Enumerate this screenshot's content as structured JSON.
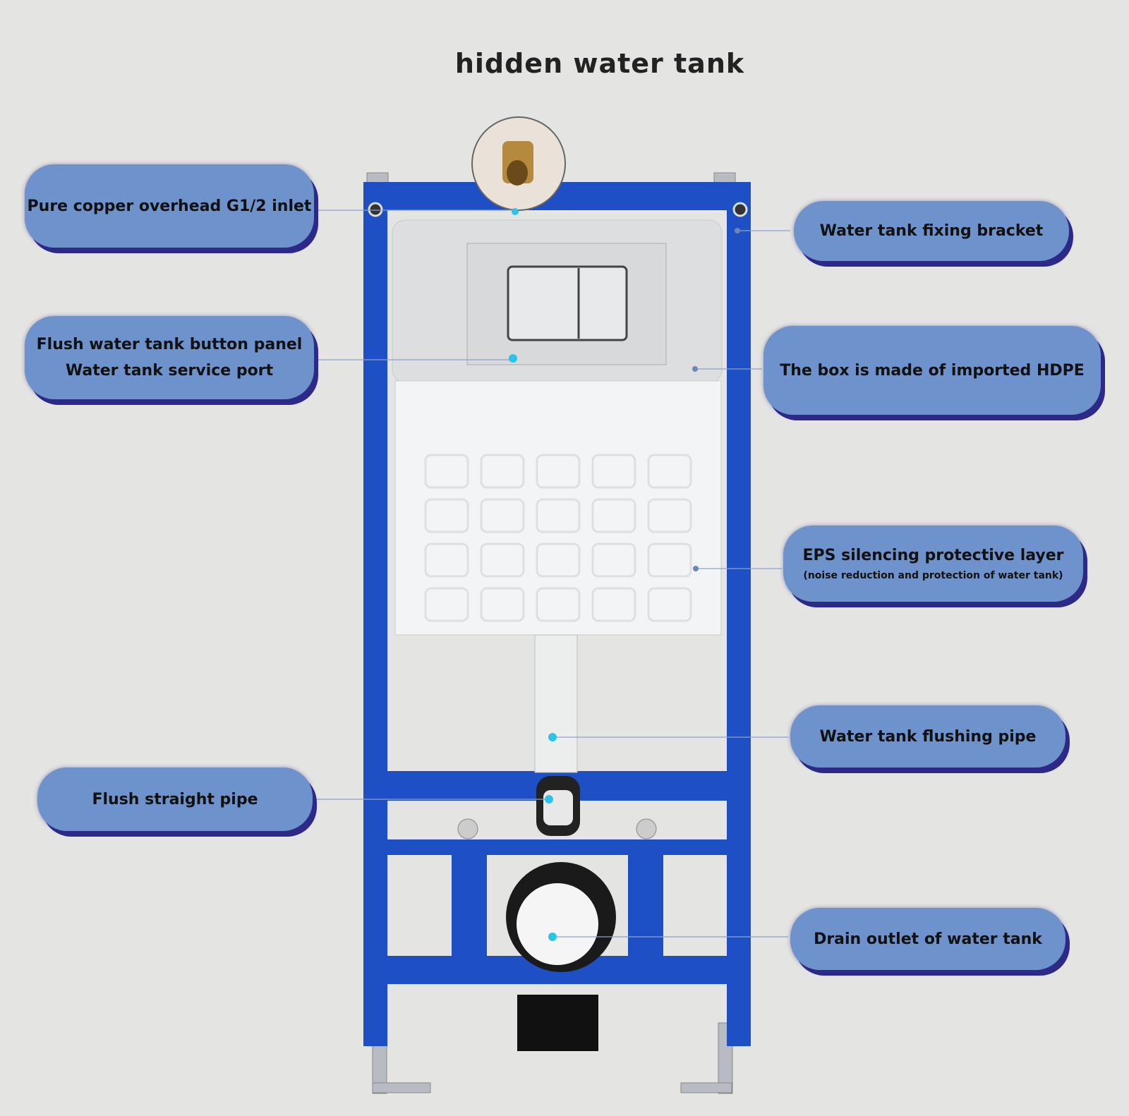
{
  "title": "hidden water tank",
  "labels": {
    "inlet": "Pure copper overhead G1/2 inlet",
    "button_panel": "Flush water tank button panel",
    "service_port": "Water tank service port",
    "straight_pipe": "Flush straight pipe",
    "bracket": "Water tank fixing bracket",
    "hdpe": "The box is made of imported HDPE",
    "eps": "EPS silencing protective layer",
    "eps_sub": "(noise reduction and protection of water tank)",
    "flushing_pipe": "Water tank flushing pipe",
    "drain": "Drain outlet of water tank"
  },
  "colors": {
    "frame": "#1e4fc4",
    "pill": "#6e92cc",
    "shadow": "#2c2a86",
    "background": "#e4e4e2"
  }
}
